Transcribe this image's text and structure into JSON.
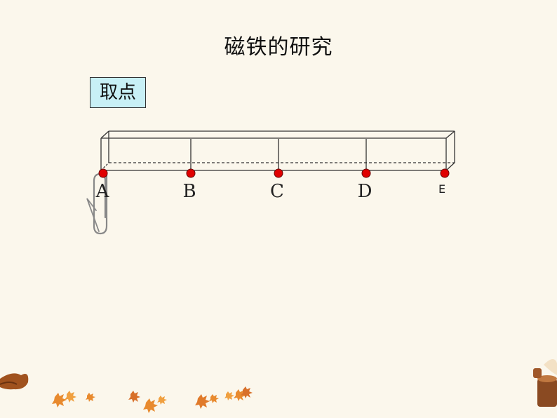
{
  "title": "磁铁的研究",
  "tag": "取点",
  "points": [
    {
      "label": "A"
    },
    {
      "label": "B"
    },
    {
      "label": "C"
    },
    {
      "label": "D"
    },
    {
      "label": "E"
    }
  ],
  "colors": {
    "background": "#fbf7ec",
    "tag_fill": "#c8f0f6",
    "point": "#e00000",
    "leaf": "#e88a2e",
    "branch": "#8a4a22"
  },
  "icons": {
    "paperclip": "paperclip-icon",
    "leaves": "maple-leaf-icon"
  }
}
